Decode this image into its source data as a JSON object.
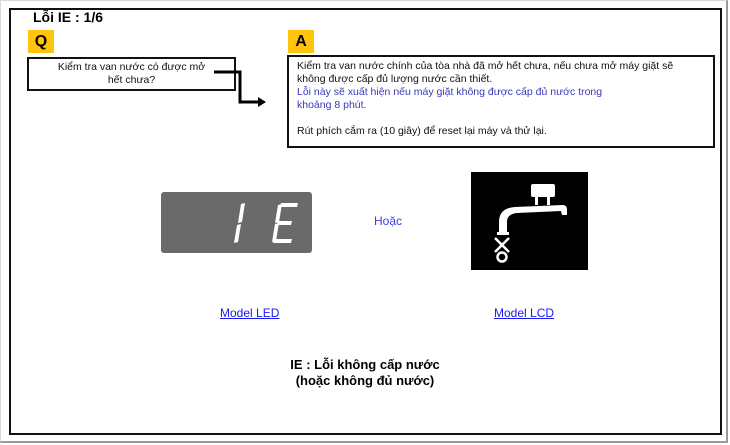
{
  "document": {
    "title": "Lỗi IE : 1/6",
    "question": {
      "tag": "Q",
      "text_line1": "Kiểm tra van nước có được mở",
      "text_line2": "hết chưa?"
    },
    "answer": {
      "tag": "A",
      "line1": "Kiểm tra van nước chính của tòa nhà đã mở hết chưa, nếu chưa mở máy giặt sẽ",
      "line2": "không được cấp đủ lượng nước cần thiết.",
      "note_line1": "Lỗi này sẽ xuất hiện nếu máy giặt không được cấp đủ nước trong",
      "note_line2": "khoảng 8 phút.",
      "line3": "Rút phích cắm ra (10 giây) để reset lại máy và thử lại."
    },
    "led_display": {
      "code": "IE",
      "icon": "seven-segment-display"
    },
    "or_label": "Hoặc",
    "lcd_display": {
      "icon": "water-tap-crossed-icon"
    },
    "links": {
      "led": "Model LED",
      "lcd": "Model LCD "
    },
    "caption": {
      "line1": "IE : Lỗi không cấp nước",
      "line2": "(hoặc không đủ nước)"
    },
    "colors": {
      "tag_bg": "#ffc40c",
      "note_text": "#3b38b8",
      "link": "#1a1aee",
      "or_label": "#3a3af0",
      "led_bg": "#6a6a6a"
    }
  }
}
